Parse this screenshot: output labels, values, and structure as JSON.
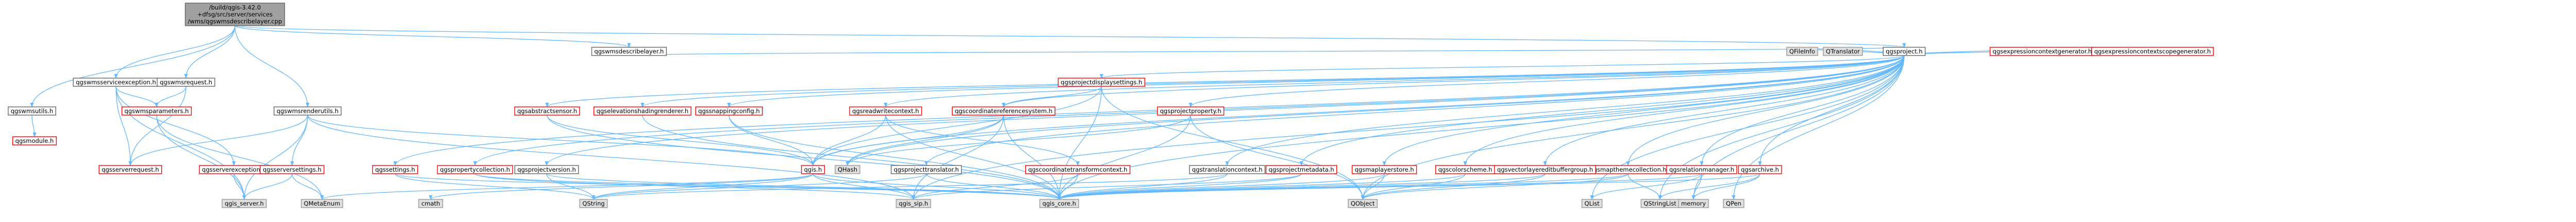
{
  "colors": {
    "edge": "#63b8ff",
    "focus_fill": "#a0a0a0",
    "focus_stroke": "#666666",
    "grey_fill": "#e0e0e0",
    "grey_stroke": "#999999",
    "red_stroke": "#ff0000",
    "text": "#000000"
  },
  "nodes": [
    {
      "id": "focus",
      "kind": "focus",
      "lines": [
        "/build/qgis-3.42.0",
        "+dfsg/src/server/services",
        "/wms/qgswmsdescribelayer.cpp"
      ]
    },
    {
      "id": "describelayer",
      "kind": "normal",
      "lines": [
        "qgswmsdescribelayer.h"
      ]
    },
    {
      "id": "qgsproject",
      "kind": "normal",
      "lines": [
        "qgsproject.h"
      ]
    },
    {
      "id": "serviceexception",
      "kind": "normal",
      "lines": [
        "qgswmsserviceexception.h"
      ]
    },
    {
      "id": "wmsrequest",
      "kind": "normal",
      "lines": [
        "qgswmsrequest.h"
      ]
    },
    {
      "id": "renderutils",
      "kind": "normal",
      "lines": [
        "qgswmsrenderutils.h"
      ]
    },
    {
      "id": "qgswmsutils",
      "kind": "normal",
      "lines": [
        "qgswmsutils.h"
      ]
    },
    {
      "id": "qgsmodule",
      "kind": "red",
      "lines": [
        "qgsmodule.h"
      ]
    },
    {
      "id": "wmsparameters",
      "kind": "red",
      "lines": [
        "qgswmsparameters.h"
      ]
    },
    {
      "id": "serverrequest",
      "kind": "red",
      "lines": [
        "qgsserverrequest.h"
      ]
    },
    {
      "id": "qgsserverexception",
      "kind": "red",
      "lines": [
        "qgsserverexception.h"
      ]
    },
    {
      "id": "serversettings",
      "kind": "red",
      "lines": [
        "qgsserversettings.h"
      ]
    },
    {
      "id": "qgssettings",
      "kind": "red",
      "lines": [
        "qgssettings.h"
      ]
    },
    {
      "id": "propertycollection",
      "kind": "red",
      "lines": [
        "qgspropertycollection.h"
      ]
    },
    {
      "id": "abstractsensor",
      "kind": "red",
      "lines": [
        "qgsabstractsensor.h"
      ]
    },
    {
      "id": "elevationshading",
      "kind": "red",
      "lines": [
        "qgselevationshadingrenderer.h"
      ]
    },
    {
      "id": "projectversion",
      "kind": "normal",
      "lines": [
        "qgsprojectversion.h"
      ]
    },
    {
      "id": "snappingconfig",
      "kind": "red",
      "lines": [
        "qgssnappingconfig.h"
      ]
    },
    {
      "id": "qgis_h",
      "kind": "red",
      "lines": [
        "qgis.h"
      ]
    },
    {
      "id": "qhash",
      "kind": "grey",
      "lines": [
        "QHash"
      ]
    },
    {
      "id": "projecttranslator",
      "kind": "normal",
      "lines": [
        "qgsprojecttranslator.h"
      ]
    },
    {
      "id": "readwritecontext",
      "kind": "red",
      "lines": [
        "qgsreadwritecontext.h"
      ]
    },
    {
      "id": "crs",
      "kind": "red",
      "lines": [
        "qgscoordinatereferencesystem.h"
      ]
    },
    {
      "id": "transformcontext",
      "kind": "red",
      "lines": [
        "qgscoordinatetransformcontext.h"
      ]
    },
    {
      "id": "displaysettings",
      "kind": "red",
      "lines": [
        "qgsprojectdisplaysettings.h"
      ]
    },
    {
      "id": "translationcontext",
      "kind": "normal",
      "lines": [
        "qgstranslationcontext.h"
      ]
    },
    {
      "id": "projectproperty",
      "kind": "red",
      "lines": [
        "qgsprojectproperty.h"
      ]
    },
    {
      "id": "projectmetadata",
      "kind": "red",
      "lines": [
        "qgsprojectmetadata.h"
      ]
    },
    {
      "id": "mapthemecollection",
      "kind": "red",
      "lines": [
        "qgsmapthemecollection.h"
      ]
    },
    {
      "id": "maplayerstore",
      "kind": "red",
      "lines": [
        "qgsmaplayerstore.h"
      ]
    },
    {
      "id": "colorscheme",
      "kind": "red",
      "lines": [
        "qgscolorscheme.h"
      ]
    },
    {
      "id": "vectorlayereditbuffergroup",
      "kind": "red",
      "lines": [
        "qgsvectorlayereditbuffergroup.h"
      ]
    },
    {
      "id": "relationmanager",
      "kind": "red",
      "lines": [
        "qgsrelationmanager.h"
      ]
    },
    {
      "id": "archive",
      "kind": "red",
      "lines": [
        "qgsarchive.h"
      ]
    },
    {
      "id": "qfileinfo",
      "kind": "grey",
      "lines": [
        "QFileInfo"
      ]
    },
    {
      "id": "qtranslator",
      "kind": "grey",
      "lines": [
        "QTranslator"
      ]
    },
    {
      "id": "exprctxgen",
      "kind": "red",
      "lines": [
        "qgsexpressioncontextgenerator.h"
      ]
    },
    {
      "id": "exprscopegen",
      "kind": "red",
      "lines": [
        "qgsexpressioncontextscopegenerator.h"
      ]
    },
    {
      "id": "qgis_server",
      "kind": "grey",
      "lines": [
        "qgis_server.h"
      ]
    },
    {
      "id": "qmetaenum",
      "kind": "grey",
      "lines": [
        "QMetaEnum"
      ]
    },
    {
      "id": "cmath",
      "kind": "grey",
      "lines": [
        "cmath"
      ]
    },
    {
      "id": "qstring",
      "kind": "grey",
      "lines": [
        "QString"
      ]
    },
    {
      "id": "qgis_sip",
      "kind": "grey",
      "lines": [
        "qgis_sip.h"
      ]
    },
    {
      "id": "qgis_core",
      "kind": "grey",
      "lines": [
        "qgis_core.h"
      ]
    },
    {
      "id": "qobject",
      "kind": "grey",
      "lines": [
        "QObject"
      ]
    },
    {
      "id": "qlist",
      "kind": "grey",
      "lines": [
        "QList"
      ]
    },
    {
      "id": "qstringlist",
      "kind": "grey",
      "lines": [
        "QStringList"
      ]
    },
    {
      "id": "memory",
      "kind": "grey",
      "lines": [
        "memory"
      ]
    },
    {
      "id": "qpen",
      "kind": "grey",
      "lines": [
        "QPen"
      ]
    }
  ]
}
